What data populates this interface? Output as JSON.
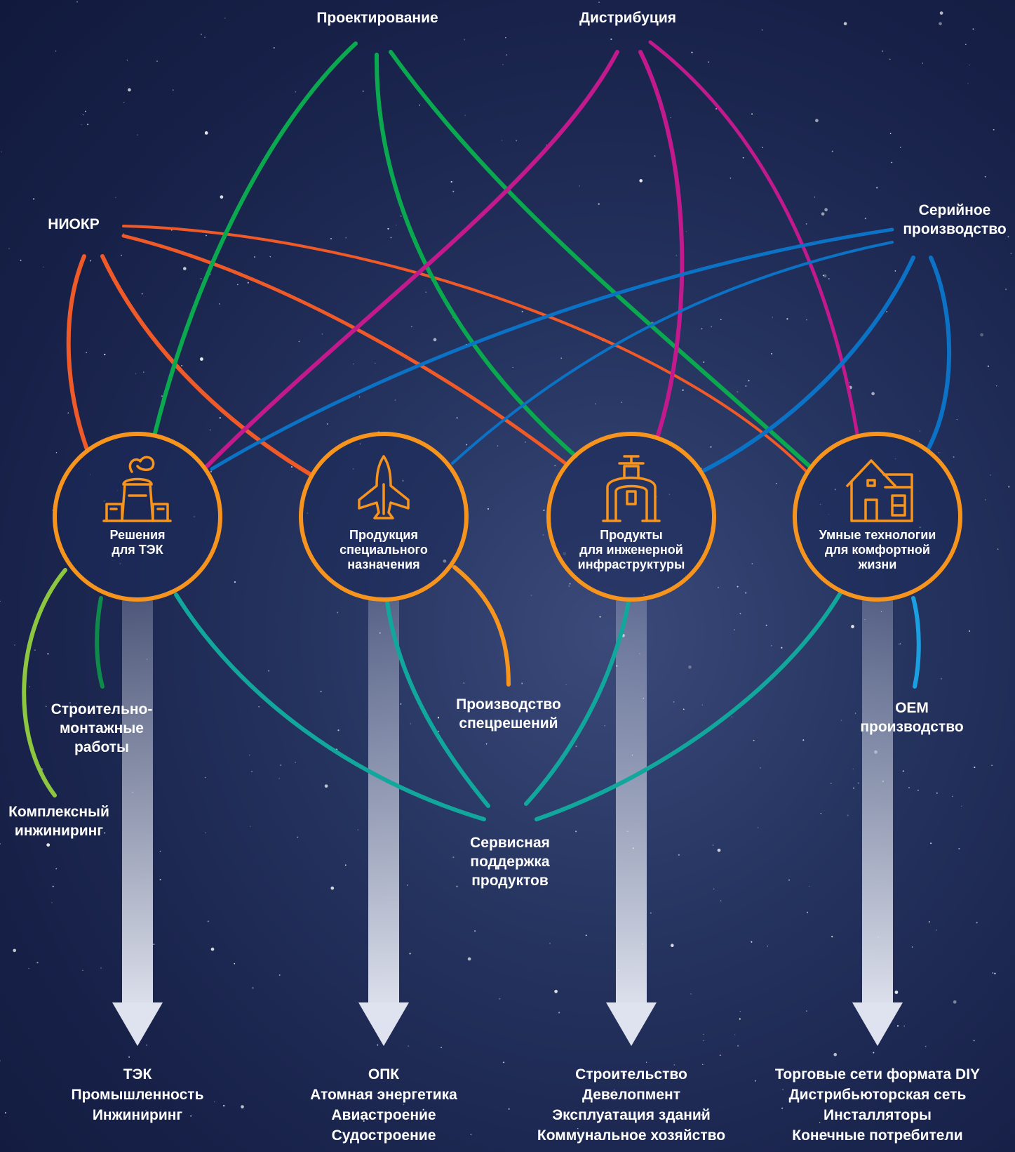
{
  "colors": {
    "background": "#1a2550",
    "node_ring": "#f7941d",
    "niokr": "#f05a28",
    "design": "#0aa84f",
    "distribution": "#c2198d",
    "serial": "#0b72c6",
    "service": "#12a79d",
    "build": "#0e8a4a",
    "engineering": "#8dc63f",
    "special": "#f7941d",
    "oem": "#1aa0e0",
    "arrow": "#dfe3ef"
  },
  "labels": {
    "design": [
      "Проектирование"
    ],
    "distribution": [
      "Дистрибуция"
    ],
    "niokr": [
      "НИОКР"
    ],
    "serial": [
      "Серийное",
      "производство"
    ],
    "build": [
      "Строительно-",
      "монтажные",
      "работы"
    ],
    "engineering": [
      "Комплексный",
      "инжиниринг"
    ],
    "special": [
      "Производство",
      "спецрешений"
    ],
    "oem": [
      "OEM",
      "производство"
    ],
    "service": [
      "Сервисная",
      "поддержка",
      "продуктов"
    ]
  },
  "nodes": [
    {
      "id": "tek",
      "icon": "factory-icon",
      "lines": [
        "Решения",
        "для ТЭК"
      ]
    },
    {
      "id": "special",
      "icon": "jet-icon",
      "lines": [
        "Продукция",
        "специального",
        "назначения"
      ]
    },
    {
      "id": "infra",
      "icon": "pipe-valve-icon",
      "lines": [
        "Продукты",
        "для инженерной",
        "инфраструктуры"
      ]
    },
    {
      "id": "smart",
      "icon": "house-icon",
      "lines": [
        "Умные технологии",
        "для комфортной",
        "жизни"
      ]
    }
  ],
  "markets": [
    [
      "ТЭК",
      "Промышленность",
      "Инжиниринг"
    ],
    [
      "ОПК",
      "Атомная энергетика",
      "Авиастроение",
      "Судостроение"
    ],
    [
      "Строительство",
      "Девелопмент",
      "Эксплуатация зданий",
      "Коммунальное хозяйство"
    ],
    [
      "Торговые сети формата DIY",
      "Дистрибьюторская сеть",
      "Инсталляторы",
      "Конечные потребители"
    ]
  ]
}
